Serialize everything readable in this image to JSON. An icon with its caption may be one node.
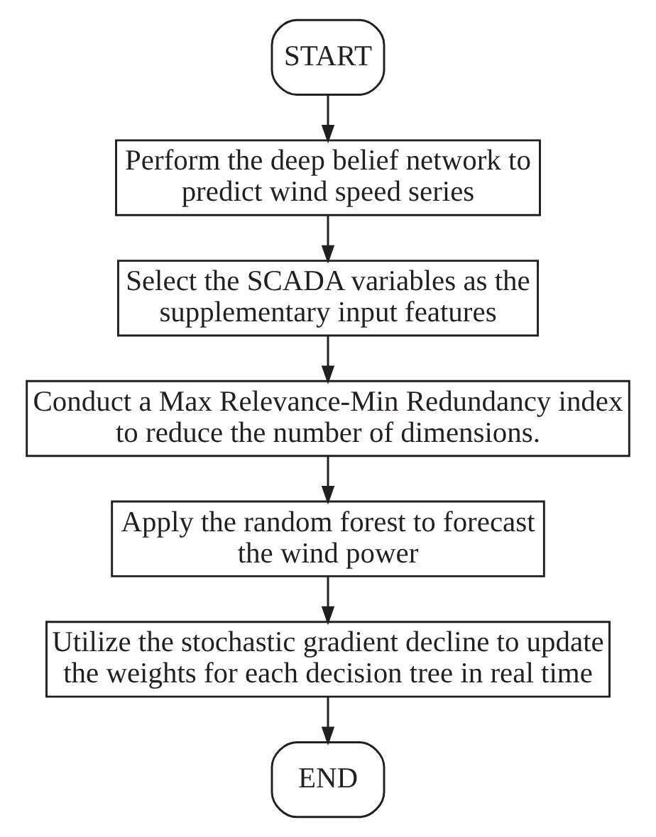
{
  "diagram": {
    "nodes": [
      {
        "text": [
          "START"
        ]
      },
      {
        "text": [
          "Perform the deep belief network to predict wind speed series"
        ]
      },
      {
        "text": [
          "Select the SCADA variables as the supplementary input features"
        ]
      },
      {
        "text": [
          "Conduct a Max Relevance-Min Redundancy index to reduce the number of dimensions."
        ]
      },
      {
        "text": [
          "Apply the random forest to forecast the wind power"
        ]
      },
      {
        "text": [
          "Utilize the stochastic gradient decline to update the weights for each decision tree in real time"
        ]
      },
      {
        "text": [
          "END"
        ]
      }
    ],
    "edges": [
      {
        "from": 0,
        "to": 1,
        "arrow": "to"
      },
      {
        "from": 1,
        "to": 2,
        "arrow": "to"
      },
      {
        "from": 2,
        "to": 3,
        "arrow": "to"
      },
      {
        "from": 3,
        "to": 4,
        "arrow": "to"
      },
      {
        "from": 4,
        "to": 5,
        "arrow": "to"
      },
      {
        "from": 5,
        "to": 6,
        "arrow": "to"
      }
    ]
  }
}
